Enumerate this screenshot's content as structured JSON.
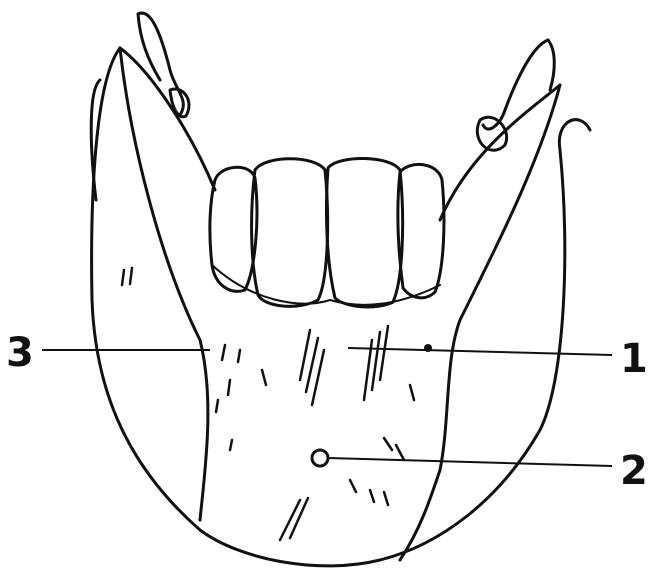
{
  "labels": {
    "one": "1",
    "two": "2",
    "three": "3"
  }
}
